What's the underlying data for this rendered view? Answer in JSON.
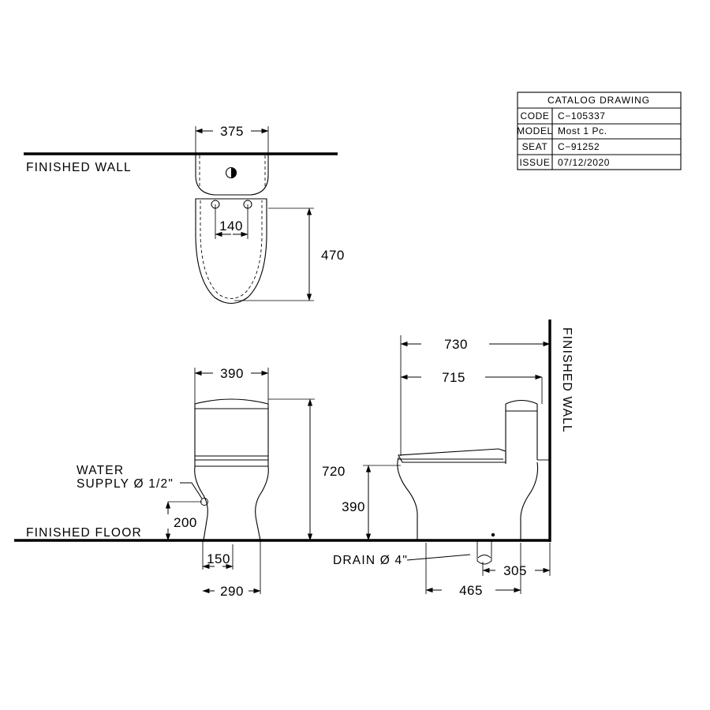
{
  "title_block": {
    "header": "CATALOG  DRAWING",
    "rows": [
      {
        "label": "CODE",
        "value": "C−105337"
      },
      {
        "label": "MODEL",
        "value": "Most  1  Pc."
      },
      {
        "label": "SEAT",
        "value": "C−91252"
      },
      {
        "label": "ISSUE",
        "value": "07/12/2020"
      }
    ]
  },
  "top_view": {
    "wall_label": "FINISHED  WALL",
    "dimensions": {
      "width": "375",
      "bolt_spacing": "140",
      "depth": "470"
    }
  },
  "front_view": {
    "floor_label": "FINISHED  FLOOR",
    "water_supply_label_line1": "WATER",
    "water_supply_label_line2": "SUPPLY Ø 1/2\"",
    "dimensions": {
      "tank_width": "390",
      "total_height": "720",
      "supply_height": "200",
      "base_inner": "150",
      "base_outer": "290"
    }
  },
  "side_view": {
    "wall_label": "FINISHED  WALL",
    "drain_label": "DRAIN Ø 4\"",
    "dimensions": {
      "overall_length": "730",
      "body_length": "715",
      "seat_height": "390",
      "drain_to_front": "465",
      "drain_to_wall": "305"
    }
  },
  "colors": {
    "line": "#000000",
    "background": "#ffffff"
  }
}
